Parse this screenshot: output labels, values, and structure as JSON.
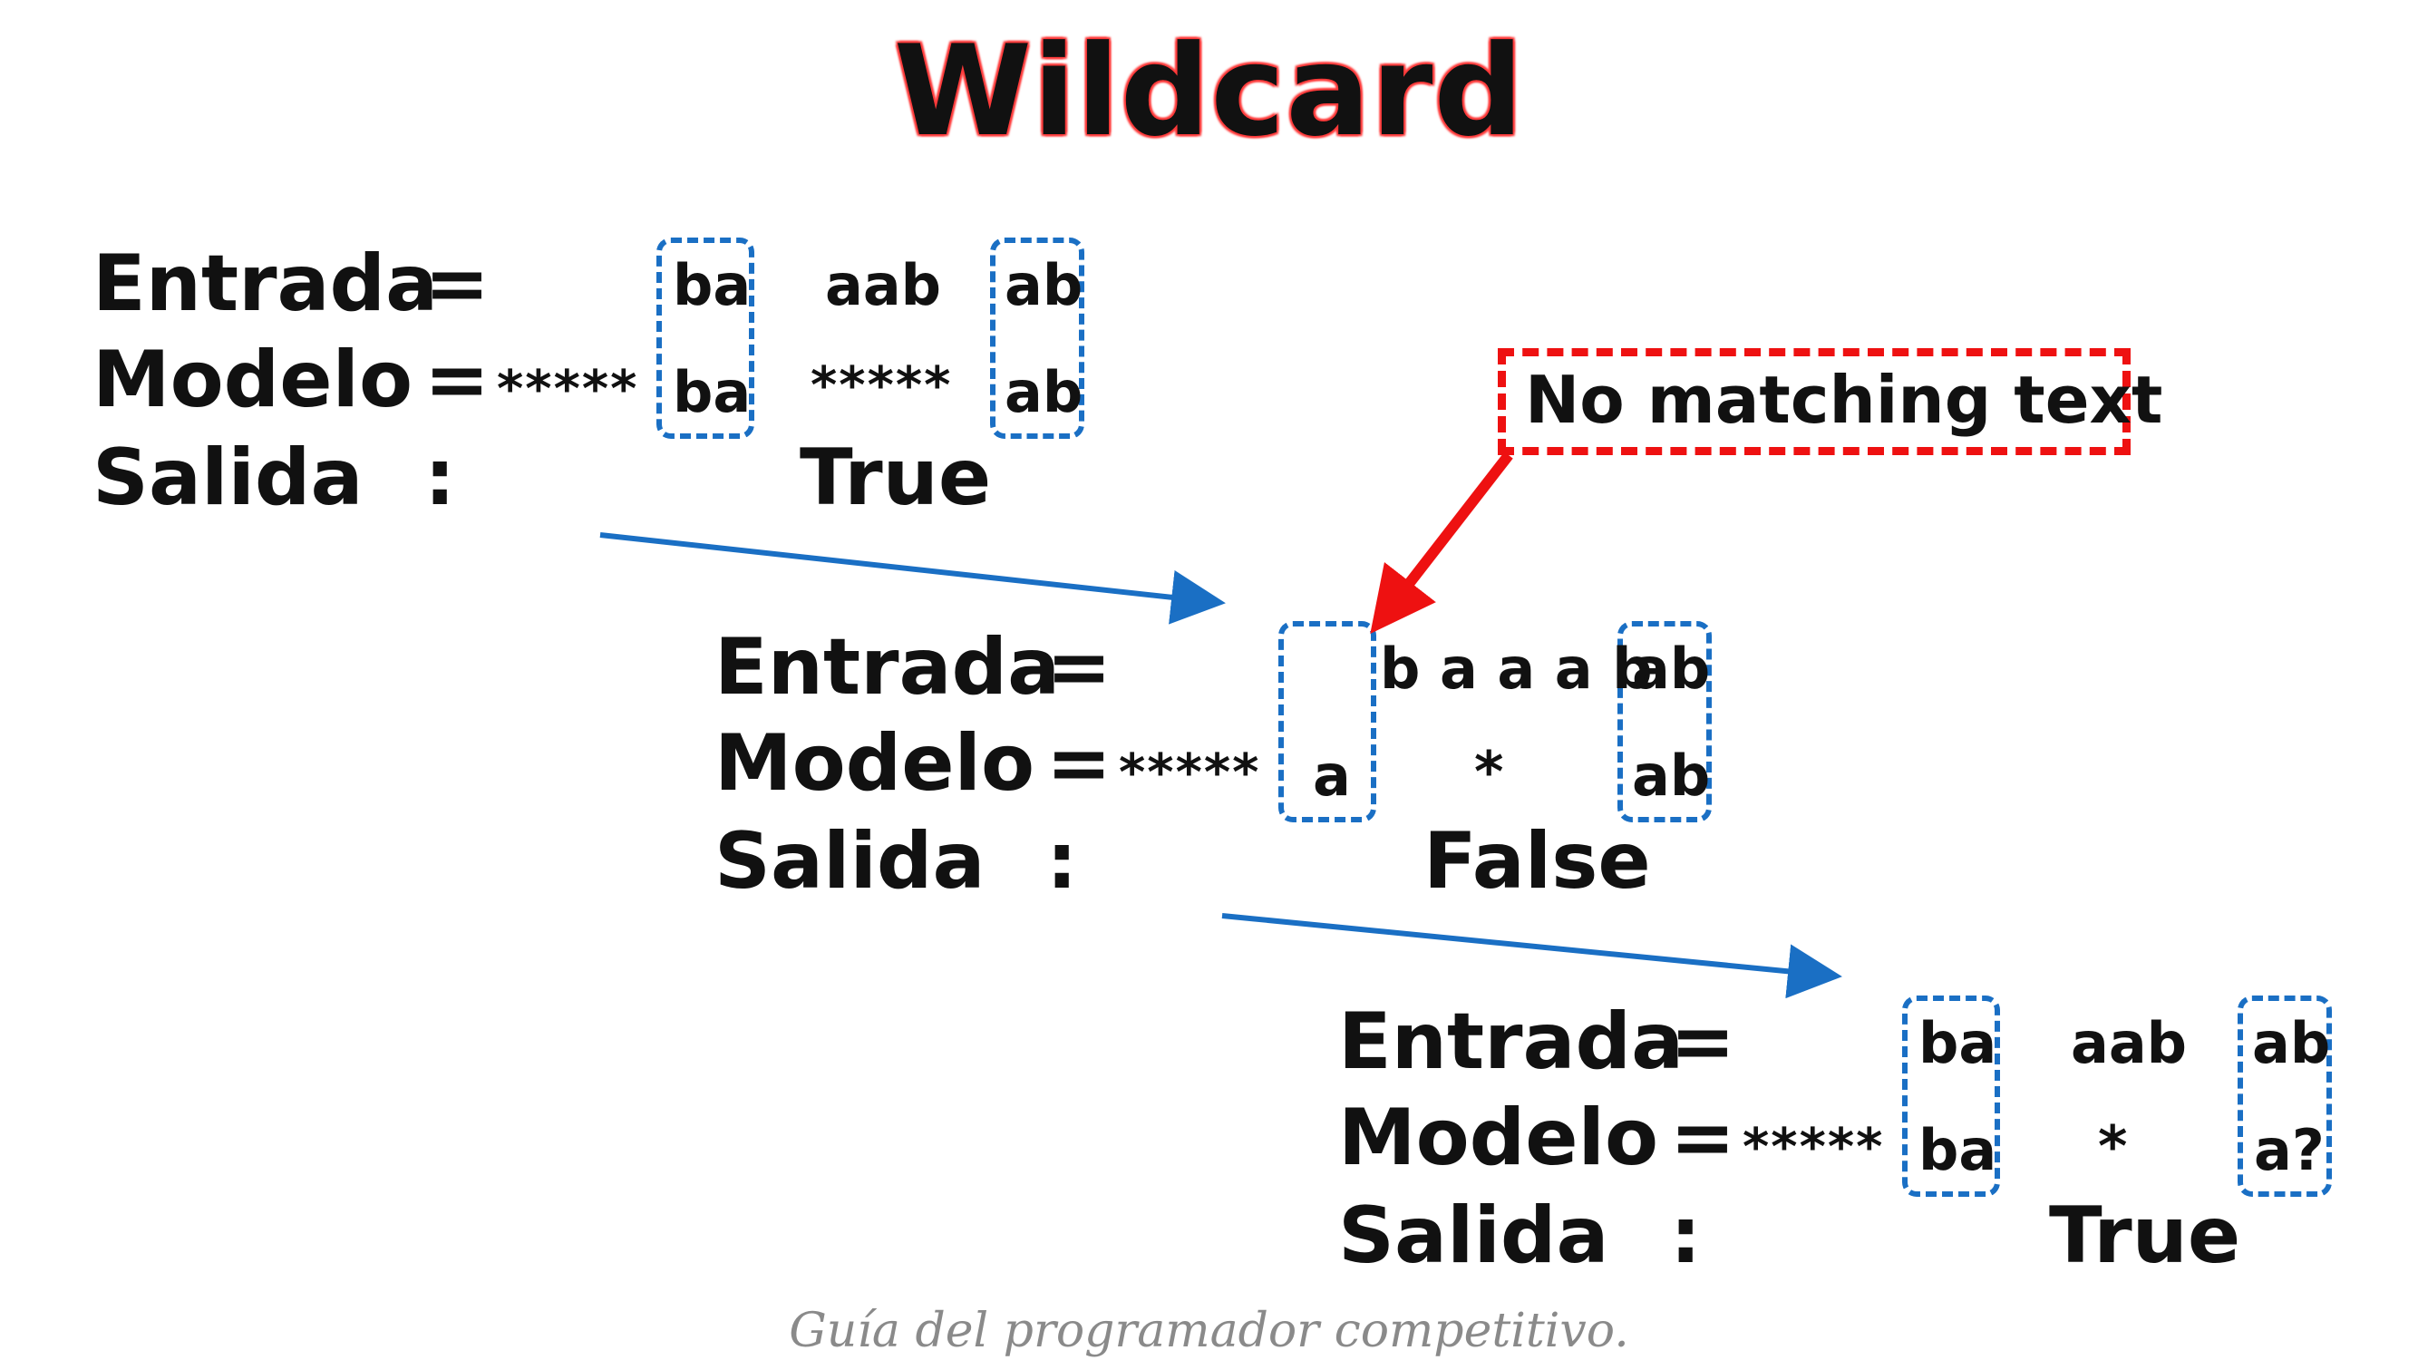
{
  "title": "Wildcard",
  "callout": "No matching text",
  "footer": "Guía del programador competitivo.",
  "labels": {
    "entrada": "Entrada",
    "modelo": "Modelo",
    "salida": "Salida",
    "eq": "=",
    "colon": ":"
  },
  "examples": [
    {
      "model_prefix": "*****",
      "input_tokens": [
        "ba",
        "aab",
        "ab"
      ],
      "model_tokens": [
        "ba",
        "*****",
        "ab"
      ],
      "output": "True"
    },
    {
      "model_prefix": "*****",
      "input_tokens": [
        "",
        "b a a a b",
        "ab"
      ],
      "model_tokens": [
        "a",
        "*",
        "ab"
      ],
      "output": "False"
    },
    {
      "model_prefix": "*****",
      "input_tokens": [
        "ba",
        "aab",
        "ab"
      ],
      "model_tokens": [
        "ba",
        "*",
        "a?"
      ],
      "output": "True"
    }
  ],
  "colors": {
    "segment": "#1a6fc4",
    "arrow": "#1a6fc4",
    "callout": "#ee1111",
    "title_glow": "#ff3a3a"
  }
}
